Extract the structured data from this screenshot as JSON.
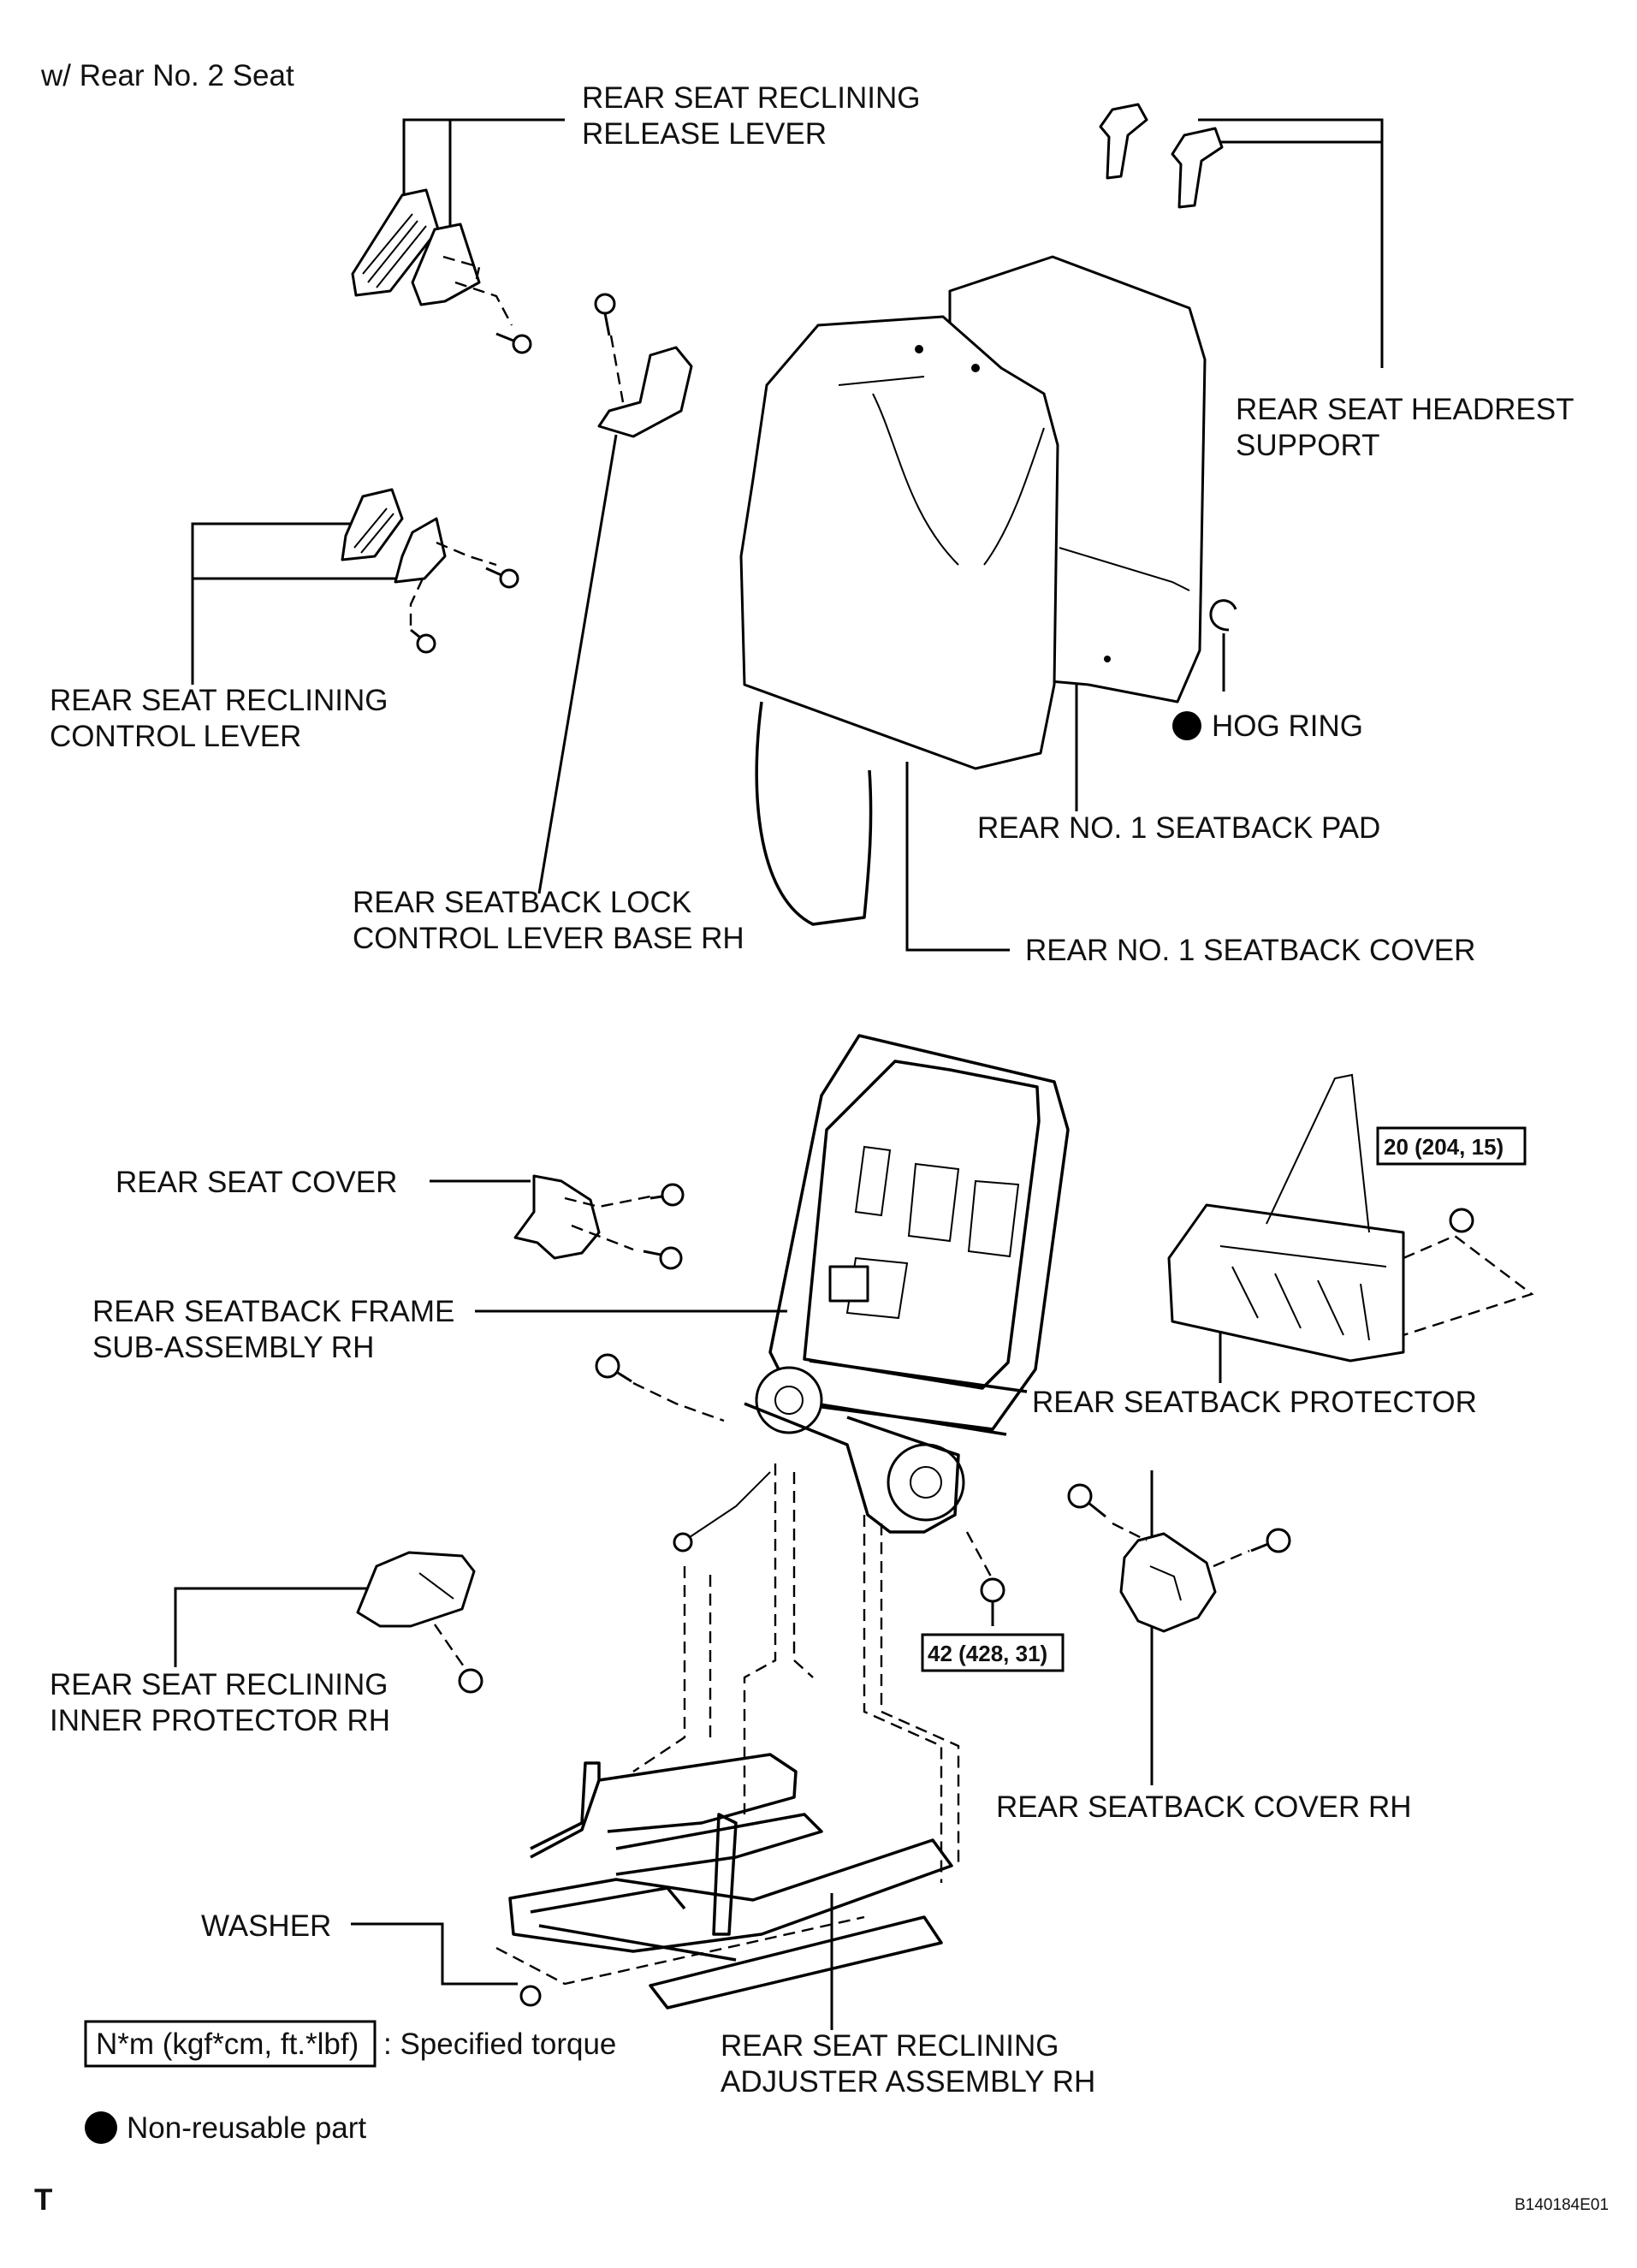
{
  "header": {
    "variant": "w/ Rear No. 2 Seat"
  },
  "labels": {
    "release_lever": [
      "REAR SEAT RECLINING",
      "RELEASE LEVER"
    ],
    "headrest_support": [
      "REAR SEAT HEADREST",
      "SUPPORT"
    ],
    "control_lever": [
      "REAR SEAT RECLINING",
      "CONTROL LEVER"
    ],
    "hog_ring": "HOG RING",
    "seatback_pad": "REAR NO. 1 SEATBACK PAD",
    "lock_control_base": [
      "REAR SEATBACK LOCK",
      "CONTROL LEVER BASE RH"
    ],
    "seatback_cover_no1": "REAR NO. 1 SEATBACK COVER",
    "seat_cover": "REAR SEAT COVER",
    "seatback_frame": [
      "REAR SEATBACK FRAME",
      "SUB-ASSEMBLY RH"
    ],
    "seatback_protector": "REAR SEATBACK PROTECTOR",
    "inner_protector": [
      "REAR SEAT RECLINING",
      "INNER PROTECTOR RH"
    ],
    "seatback_cover_rh": "REAR SEATBACK COVER RH",
    "washer": "WASHER",
    "adjuster": [
      "REAR SEAT RECLINING",
      "ADJUSTER ASSEMBLY RH"
    ]
  },
  "torques": {
    "protector_bolt": "20 (204, 15)",
    "frame_bolt": "42 (428, 31)"
  },
  "legend": {
    "torque_box": "N*m (kgf*cm, ft.*lbf)",
    "torque_text": ": Specified torque",
    "nonreusable_text": "Non-reusable part"
  },
  "footer": {
    "corner_mark": "T",
    "figure_code": "B140184E01"
  },
  "colors": {
    "ink": "#000000",
    "paper": "#ffffff"
  }
}
